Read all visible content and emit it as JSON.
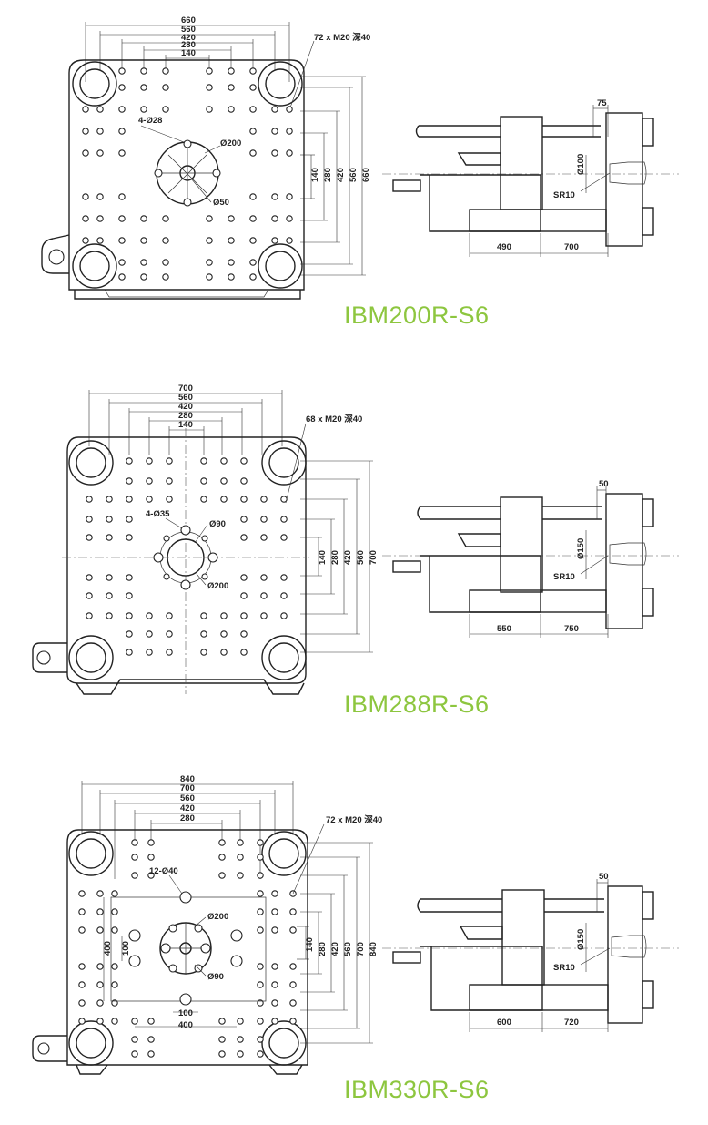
{
  "colors": {
    "line": "#222222",
    "model_title": "#8dc63f",
    "background": "#ffffff"
  },
  "sections": [
    {
      "model": "IBM200R-S6",
      "platen": {
        "h_dims": [
          "660",
          "560",
          "420",
          "280",
          "140"
        ],
        "v_dims": [
          "140",
          "280",
          "420",
          "560",
          "660"
        ],
        "tapped_holes": "72 x M20 深40",
        "ejector_holes": "4-Ø28",
        "locating_ring": "Ø200",
        "center_hole": "Ø50"
      },
      "side": {
        "nozzle_dia": "Ø100",
        "nozzle_radius": "SR10",
        "offset": "75",
        "dim_a": "490",
        "dim_b": "700"
      }
    },
    {
      "model": "IBM288R-S6",
      "platen": {
        "h_dims": [
          "700",
          "560",
          "420",
          "280",
          "140"
        ],
        "v_dims": [
          "140",
          "280",
          "420",
          "560",
          "700"
        ],
        "tapped_holes": "68 x M20 深40",
        "ejector_holes": "4-Ø35",
        "locating_ring": "Ø90",
        "center_hole": "Ø200"
      },
      "side": {
        "nozzle_dia": "Ø150",
        "nozzle_radius": "SR10",
        "offset": "50",
        "dim_a": "550",
        "dim_b": "750"
      }
    },
    {
      "model": "IBM330R-S6",
      "platen": {
        "h_dims": [
          "840",
          "700",
          "560",
          "420",
          "280"
        ],
        "v_dims": [
          "140",
          "280",
          "420",
          "560",
          "700",
          "840"
        ],
        "tapped_holes": "72 x M20 深40",
        "ejector_holes": "12-Ø40",
        "locating_ring": "Ø200",
        "center_hole": "Ø90",
        "extra_dims": [
          "100",
          "400",
          "100",
          "400"
        ]
      },
      "side": {
        "nozzle_dia": "Ø150",
        "nozzle_radius": "SR10",
        "offset": "50",
        "dim_a": "600",
        "dim_b": "720"
      }
    }
  ]
}
